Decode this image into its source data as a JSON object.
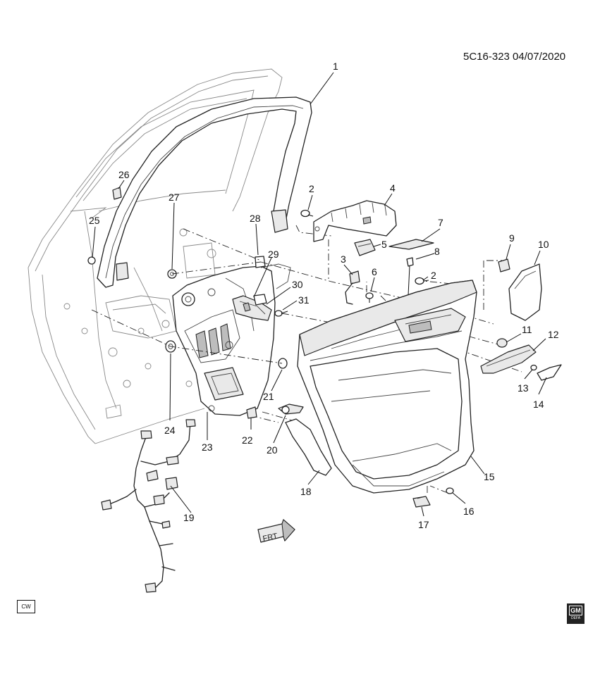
{
  "diagram_ref": "5C16-323  04/07/2020",
  "cw_label": "CW",
  "gm_logo": {
    "mark": "GM",
    "sub": "DEFA"
  },
  "frt_label": "FRT",
  "parts": [
    "1",
    "2",
    "2",
    "3",
    "4",
    "5",
    "6",
    "7",
    "8",
    "9",
    "10",
    "11",
    "12",
    "13",
    "14",
    "15",
    "16",
    "17",
    "18",
    "19",
    "20",
    "21",
    "22",
    "23",
    "24",
    "25",
    "26",
    "27",
    "28",
    "29",
    "30",
    "31"
  ]
}
